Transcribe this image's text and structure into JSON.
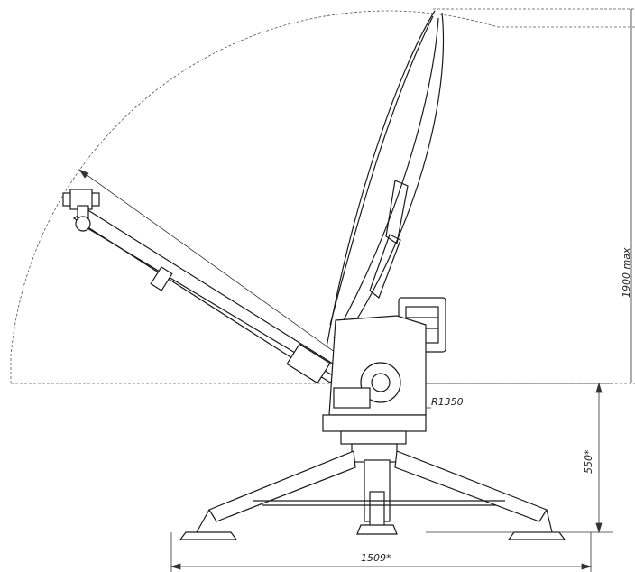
{
  "drawing": {
    "dimensions": {
      "radius": "R1350",
      "max_height": "1900 max",
      "mount_height": "550*",
      "base_width": "1509*"
    },
    "colors": {
      "line": "#1a1a1a",
      "dim_line": "#333333",
      "background": "#ffffff"
    }
  }
}
